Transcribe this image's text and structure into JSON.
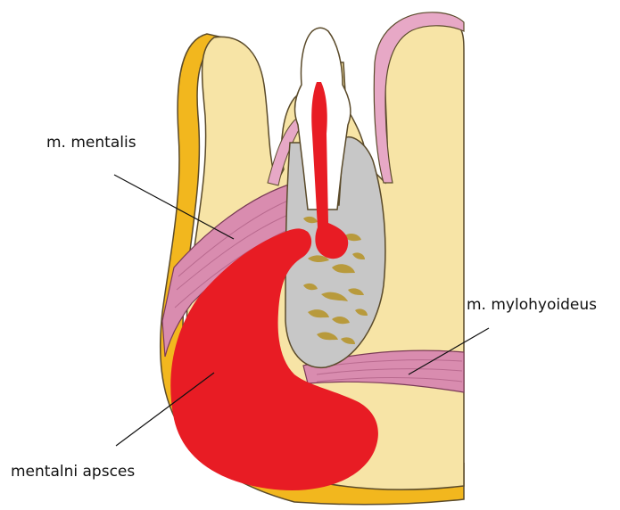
{
  "labels": {
    "mentalis": "m. mentalis",
    "mylohyoideus": "m. mylohyoideus",
    "apsces": "mentalni apsces"
  },
  "colors": {
    "soft_tissue": "#F7E4A6",
    "tissue_outline": "#5A4A2A",
    "skin": "#F2B71E",
    "mucosa": "#E7A8C6",
    "muscle": "#D98CAF",
    "abscess": "#E81C24",
    "bone": "#C7C7C7",
    "cancellous": "#B89A3C",
    "enamel": "#FFFFFF"
  }
}
